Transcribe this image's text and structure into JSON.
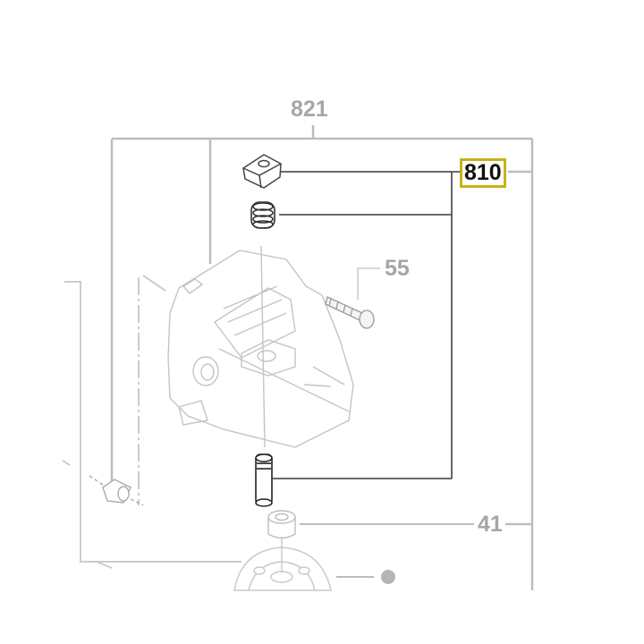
{
  "diagram": {
    "type": "exploded parts diagram",
    "labels": [
      {
        "id": "821",
        "text": "821",
        "highlighted": false
      },
      {
        "id": "810",
        "text": "810",
        "highlighted": true
      },
      {
        "id": "55",
        "text": "55",
        "highlighted": false
      },
      {
        "id": "41",
        "text": "41",
        "highlighted": false
      }
    ],
    "parts": [
      {
        "name": "square-nut",
        "label": "810"
      },
      {
        "name": "spring",
        "label": "810"
      },
      {
        "name": "gear-housing",
        "label": "821"
      },
      {
        "name": "screw",
        "label": "55"
      },
      {
        "name": "spindle-lock-pin",
        "label": "810"
      },
      {
        "name": "bushing",
        "label": "41"
      },
      {
        "name": "sleeve",
        "label": "821"
      },
      {
        "name": "bevel-gear",
        "label": ""
      },
      {
        "name": "ball",
        "label": ""
      }
    ],
    "colors": {
      "highlight_border": "#c8b11a",
      "line_gray": "#bdbdbd",
      "line_dark": "#555555",
      "label_gray": "#a6a6a6"
    }
  }
}
